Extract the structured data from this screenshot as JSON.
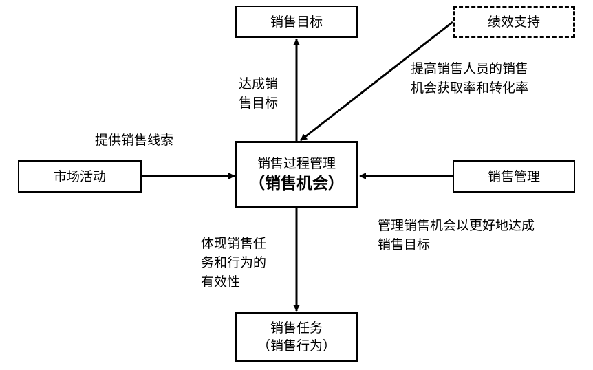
{
  "boxes": {
    "sales_target": "销售目标",
    "performance_support": "绩效支持",
    "process_line1": "销售过程管理",
    "process_line2": "（销售机会）",
    "market_activities": "市场活动",
    "sales_management": "销售管理",
    "task_line1": "销售任务",
    "task_line2": "（销售行为）"
  },
  "labels": {
    "achieve_target": [
      "达成销",
      "售目标"
    ],
    "improve_rates": [
      "提高销售人员的销售",
      "机会获取率和转化率"
    ],
    "provide_leads": "提供销售线索",
    "manage_opportunities": [
      "管理销售机会以更好地达成",
      "销售目标"
    ],
    "reflect_effectiveness": [
      "体现销售任",
      "务和行为的",
      "有效性"
    ]
  }
}
